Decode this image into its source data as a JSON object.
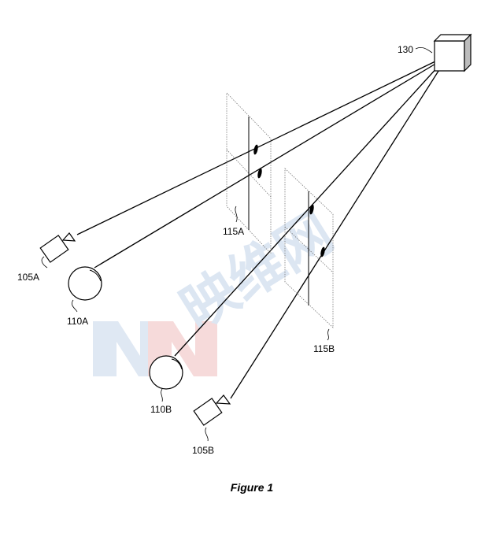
{
  "watermark": {
    "text": "映维网",
    "color": "#dce6f2"
  },
  "labels": {
    "device": "130",
    "camera_a": "105A",
    "eye_a": "110A",
    "plane_a": "115A",
    "eye_b": "110B",
    "plane_b": "115B",
    "camera_b": "105B"
  },
  "caption": "Figure 1"
}
